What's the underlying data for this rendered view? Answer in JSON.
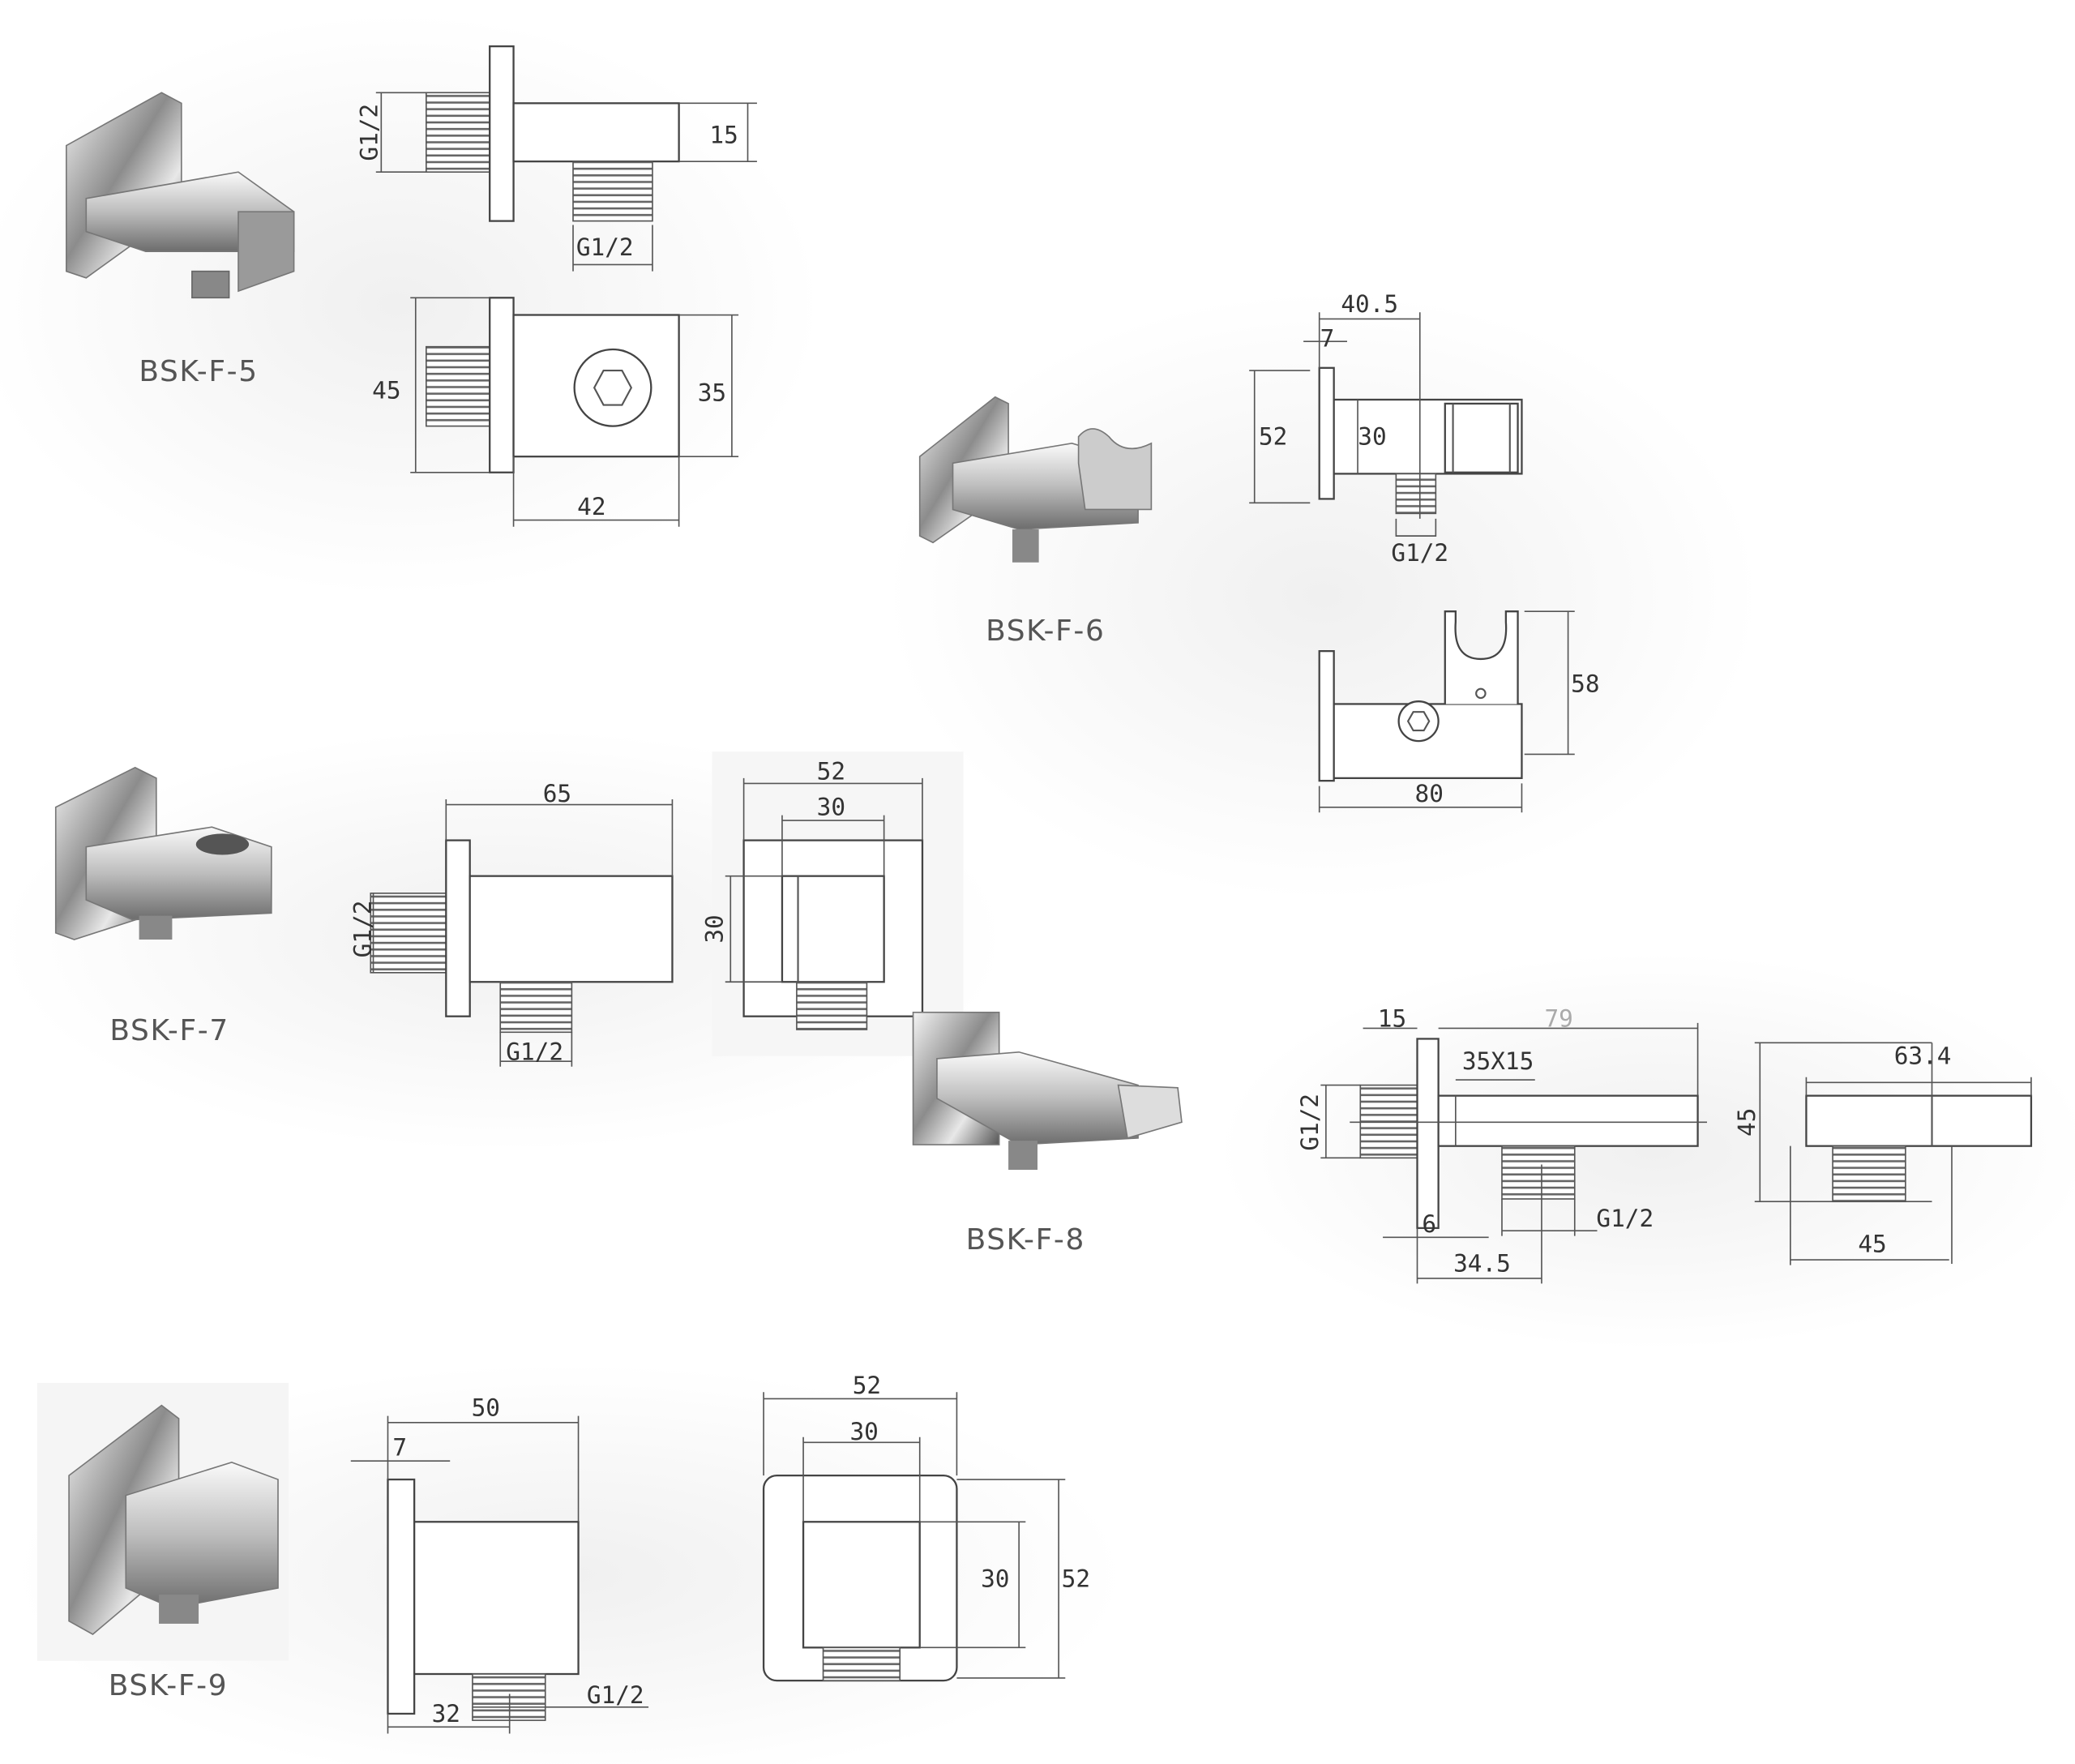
{
  "products": [
    {
      "model": "BSK-F-5",
      "dims": {
        "thread_side": "G1/2",
        "body_height": "15",
        "thread_bottom": "G1/2",
        "flange": "45",
        "body_front": "35",
        "length": "42"
      }
    },
    {
      "model": "BSK-F-6",
      "dims": {
        "depth": "40.5",
        "flange_thickness": "7",
        "flange": "52",
        "body": "30",
        "thread": "G1/2",
        "height": "58",
        "length": "80"
      }
    },
    {
      "model": "BSK-F-7",
      "dims": {
        "length": "65",
        "thread_side": "G1/2",
        "thread_bottom": "G1/2",
        "flange_width": "52",
        "body_width": "30",
        "body_height": "30"
      }
    },
    {
      "model": "BSK-F-8",
      "dims": {
        "thread_depth": "15",
        "length": "79",
        "section": "35X15",
        "thread_side": "G1/2",
        "flange_thickness": "6",
        "thread_bottom": "G1/2",
        "outlet_offset": "34.5",
        "top_length": "63.4",
        "height": "45",
        "front_width": "45"
      }
    },
    {
      "model": "BSK-F-9",
      "dims": {
        "depth": "50",
        "flange_thickness": "7",
        "outlet_offset": "32",
        "thread": "G1/2",
        "flange_width": "52",
        "body_width": "30",
        "body_height": "30",
        "flange_height": "52"
      }
    }
  ]
}
